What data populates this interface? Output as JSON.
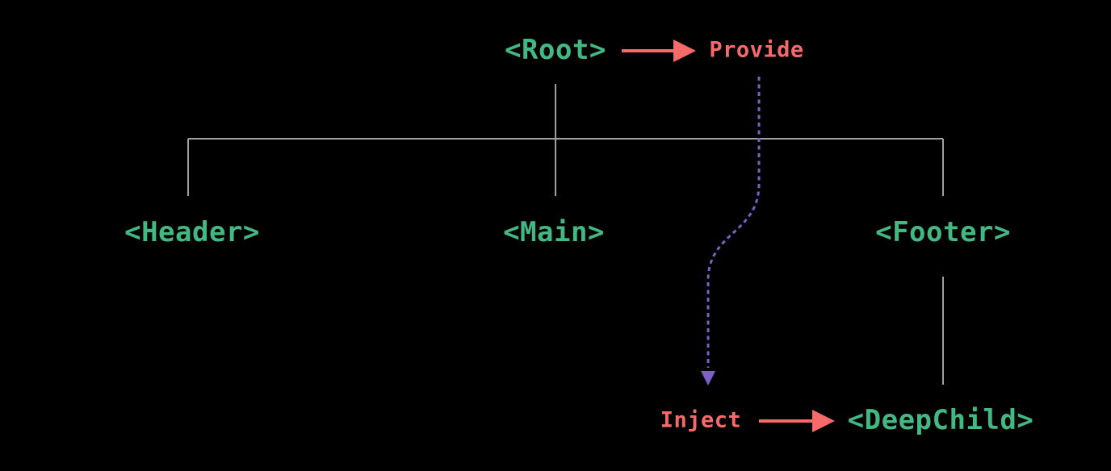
{
  "diagram": {
    "kind": "component-tree-provide-inject",
    "nodes": {
      "root": {
        "label": "<Root>"
      },
      "header": {
        "label": "<Header>"
      },
      "main": {
        "label": "<Main>"
      },
      "footer": {
        "label": "<Footer>"
      },
      "deepchild": {
        "label": "<DeepChild>"
      }
    },
    "annotations": {
      "provide": {
        "label": "Provide"
      },
      "inject": {
        "label": "Inject"
      }
    },
    "colors": {
      "component": "#42b883",
      "accent": "#f66a6a",
      "flow": "#7c60c5",
      "tree_line": "#a0a0a0",
      "background": "#000000"
    }
  }
}
